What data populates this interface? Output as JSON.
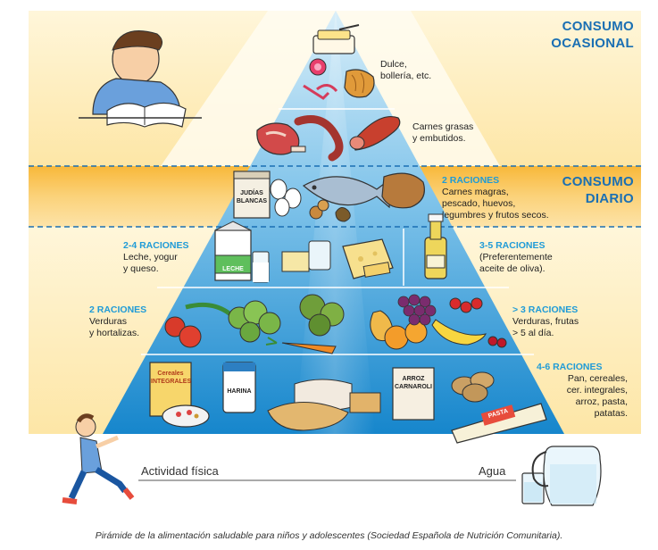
{
  "headings": {
    "occasional": "CONSUMO\nOCASIONAL",
    "daily": "CONSUMO\nDIARIO"
  },
  "levels": [
    {
      "id": "sweets",
      "text": "Dulce,\nbollería, etc."
    },
    {
      "id": "fatty-meats",
      "text": "Carnes grasas\ny embutidos."
    },
    {
      "id": "proteins",
      "heading": "2 RACIONES",
      "text": "Carnes magras,\npescado, huevos,\nlegumbres y frutos secos."
    },
    {
      "id": "dairy",
      "heading": "2-4 RACIONES",
      "text": "Leche, yogur\ny queso."
    },
    {
      "id": "oil",
      "heading": "3-5 RACIONES",
      "text": "(Preferentemente\naceite de oliva)."
    },
    {
      "id": "vegetables",
      "heading": "2 RACIONES",
      "text": "Verduras\ny hortalizas."
    },
    {
      "id": "fruits",
      "heading": "> 3 RACIONES",
      "text": "Verduras, frutas\n> 5 al día."
    },
    {
      "id": "cereals",
      "heading": "4-6 RACIONES",
      "text": "Pan, cereales,\ncer. integrales,\narroz, pasta,\npatatas."
    }
  ],
  "bottom": {
    "activity": "Actividad física",
    "water": "Agua"
  },
  "packages": {
    "beans": "JUDÍAS\nBLANCAS",
    "milk": "LECHE",
    "cereal": "Cereales\nINTEGRALES",
    "flour": "HARINA",
    "rice": "ARROZ\nCARNAROLI",
    "pasta": "PASTA"
  },
  "caption": "Pirámide de la alimentación saludable para niños y adolescentes (Sociedad Española de Nutrición Comunitaria).",
  "colors": {
    "band_yellow": "#fde9b0",
    "band_orange": "#f9c254",
    "pyramid_top": "#bfe2f5",
    "pyramid_bottom": "#1c8fd0",
    "heading_blue": "#1f9bd7",
    "title_blue": "#1a6fb3"
  }
}
